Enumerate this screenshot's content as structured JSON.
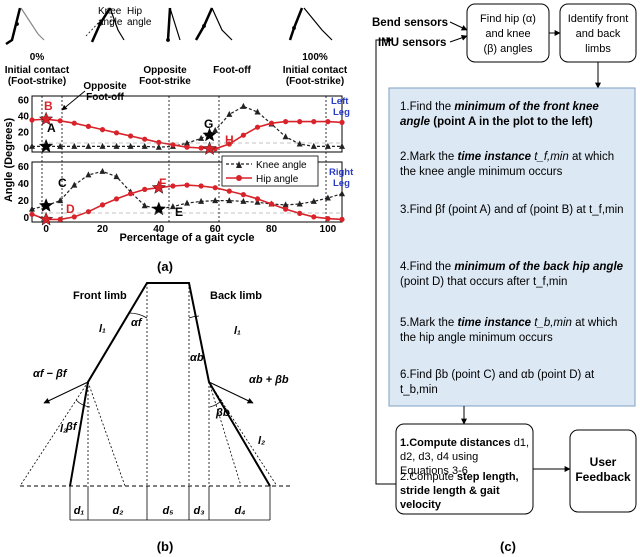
{
  "panel_a": {
    "label": "(a)",
    "legend": {
      "knee": "Knee angle",
      "hip": "Hip angle"
    },
    "phases": {
      "p0": "0%",
      "p100": "100%",
      "initial_contact": "Initial contact",
      "foot_strike": "(Foot-strike)",
      "opposite": "Opposite",
      "foot_off": "Foot-off",
      "opposite_foot_strike": "Foot-strike",
      "foot_off_main": "Foot-off",
      "initial_contact_end": "Initial contact",
      "foot_strike_end": "(Foot-strike)"
    },
    "figure_labels": {
      "knee_angle": "Knee",
      "knee_angle2": "angle",
      "hip_angle": "Hip",
      "hip_angle2": "angle"
    },
    "ylabel": "Angle (Degrees)",
    "xlabel": "Percentage of a gait cycle",
    "left_leg": [
      "Left",
      "Leg"
    ],
    "right_leg": [
      "Right",
      "Leg"
    ],
    "points": {
      "A": "A",
      "B": "B",
      "C": "C",
      "D": "D",
      "E": "E",
      "F": "F",
      "G": "G",
      "H": "H"
    },
    "yticks_top": [
      "60",
      "40",
      "20",
      "0"
    ],
    "yticks_bottom": [
      "60",
      "40",
      "20",
      "0"
    ],
    "xticks": [
      "0",
      "20",
      "40",
      "60",
      "80",
      "100"
    ]
  },
  "chart_data": {
    "type": "line",
    "xlabel": "Percentage of a gait cycle",
    "ylabel": "Angle (Degrees)",
    "xlim": [
      -5,
      105
    ],
    "ylim": [
      -5,
      65
    ],
    "panels": [
      {
        "name": "Left Leg",
        "series": [
          {
            "name": "Knee angle",
            "x": [
              -5,
              0,
              5,
              10,
              15,
              20,
              25,
              30,
              35,
              40,
              45,
              50,
              55,
              60,
              65,
              70,
              75,
              80,
              85,
              90,
              95,
              100,
              105
            ],
            "values": [
              2,
              2,
              2,
              2,
              2,
              2,
              2,
              2,
              2,
              1,
              2,
              6,
              12,
              22,
              42,
              52,
              45,
              30,
              14,
              5,
              2,
              2,
              2
            ]
          },
          {
            "name": "Hip angle",
            "x": [
              -5,
              0,
              5,
              10,
              15,
              20,
              25,
              30,
              35,
              40,
              45,
              50,
              55,
              60,
              65,
              70,
              75,
              80,
              85,
              90,
              95,
              100,
              105
            ],
            "values": [
              35,
              36,
              34,
              31,
              27,
              23,
              19,
              15,
              11,
              7,
              4,
              1,
              0,
              -1,
              5,
              16,
              26,
              31,
              33,
              33,
              33,
              33,
              32
            ]
          }
        ]
      },
      {
        "name": "Right Leg",
        "series": [
          {
            "name": "Knee angle",
            "x": [
              -5,
              0,
              5,
              10,
              15,
              20,
              25,
              30,
              35,
              40,
              45,
              50,
              55,
              60,
              65,
              70,
              75,
              80,
              85,
              90,
              95,
              100,
              105
            ],
            "values": [
              10,
              14,
              20,
              38,
              50,
              54,
              48,
              30,
              14,
              10,
              13,
              17,
              19,
              20,
              20,
              19,
              18,
              16,
              15,
              16,
              19,
              23,
              28
            ]
          },
          {
            "name": "Hip angle",
            "x": [
              -5,
              0,
              5,
              10,
              15,
              20,
              25,
              30,
              35,
              40,
              45,
              50,
              55,
              60,
              65,
              70,
              75,
              80,
              85,
              90,
              95,
              100,
              105
            ],
            "values": [
              4,
              -2,
              -2,
              1,
              7,
              15,
              22,
              28,
              33,
              35,
              37,
              38,
              37,
              35,
              31,
              27,
              22,
              16,
              10,
              5,
              1,
              -1,
              -2
            ]
          }
        ]
      }
    ]
  },
  "panel_b": {
    "label": "(b)",
    "front_limb": "Front limb",
    "back_limb": "Back limb",
    "l1_left": "l₁",
    "l1_right": "l₁",
    "l2_left": "l₂",
    "l2_right": "l₂",
    "alpha_f": "αf",
    "alpha_b": "αb",
    "beta_f": "βf",
    "beta_b": "βb",
    "af_minus_bf": "αf − βf",
    "ab_plus_bb": "αb + βb",
    "d_labels": [
      "d₁",
      "d₂",
      "d₅",
      "d₃",
      "d₄"
    ]
  },
  "panel_c": {
    "label": "(c)",
    "bend_sensors": "Bend sensors",
    "imu_sensors": "IMU sensors",
    "find_angles": [
      "Find hip (α)",
      "and knee",
      "(β) angles"
    ],
    "identify_limbs": [
      "Identify front",
      "and back",
      "limbs"
    ],
    "step1": {
      "num": "1.",
      "pre": "Find the ",
      "em": "minimum of the front knee angle",
      "post": " (point A in the plot to the left)"
    },
    "step2": {
      "num": "2.",
      "pre": "Mark the ",
      "em": "time instance",
      "math": " t_f,min",
      "post": " at which the knee angle minimum occurs"
    },
    "step3": {
      "num": "3.",
      "text": "Find βf (point A) and αf (point B) at t_f,min"
    },
    "step4": {
      "num": "4.",
      "pre": "Find the ",
      "em": "minimum of the back hip angle",
      "post": " (point D) that occurs after t_f,min"
    },
    "step5": {
      "num": "5.",
      "pre": "Mark the ",
      "em": "time instance",
      "math": " t_b,min",
      "post": " at which the hip angle minimum occurs"
    },
    "step6": {
      "num": "6.",
      "text": "Find βb (point C) and αb (point D) at t_b,min"
    },
    "compute1": {
      "num": "1.",
      "bold": "Compute distances",
      "rest": " d1, d2, d3, d4 using Equations 3-6"
    },
    "compute2": {
      "num": "2.",
      "rest": "Compute ",
      "bold": "step length, stride length & gait velocity"
    },
    "user_feedback": [
      "User",
      "Feedback"
    ]
  },
  "colors": {
    "red": "#d9232a",
    "blue": "#2a3cc8",
    "panel_fill": "#dce8f4",
    "panel_stroke": "#7f9fc4",
    "dark": "#222222"
  }
}
